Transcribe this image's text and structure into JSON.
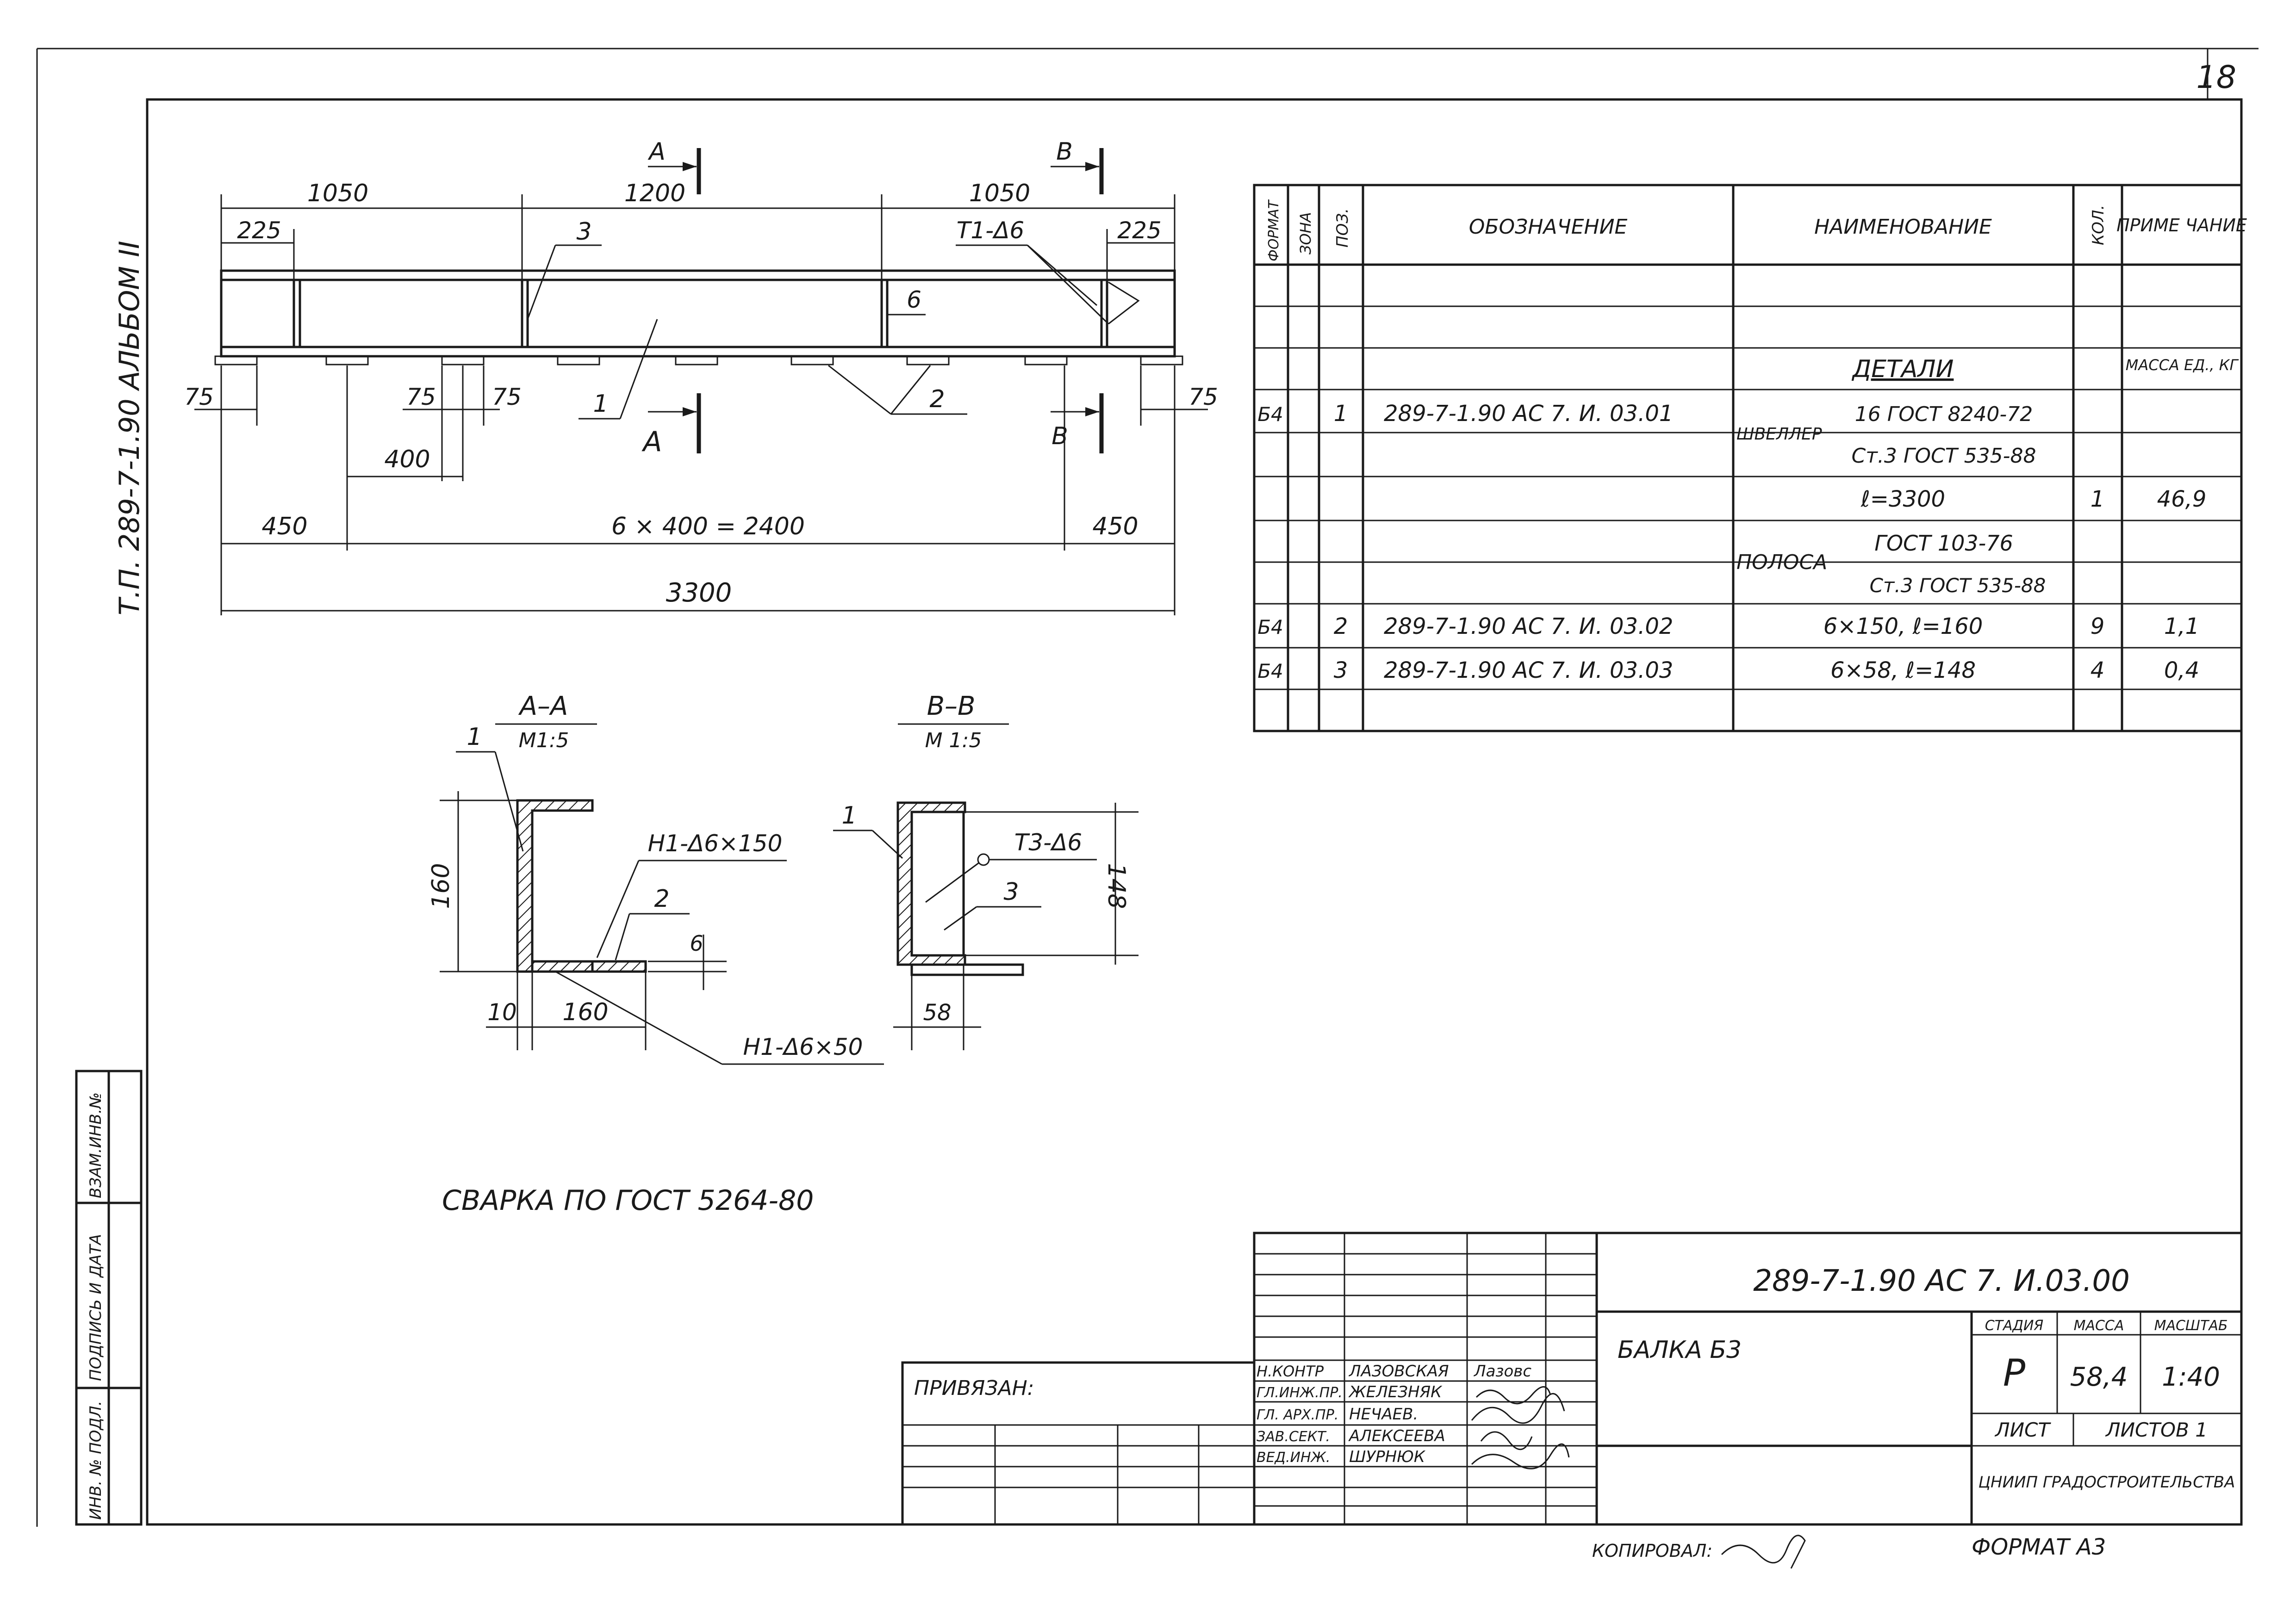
{
  "sheet": {
    "number": "18",
    "side_label": "Т.П.  289-7-1.90   АЛЬБОМ II",
    "welding_note": "СВАРКА  ПО  ГОСТ  5264-80",
    "copied_label": "КОПИРОВАЛ:",
    "format_label": "ФОРМАТ  А3",
    "colors": {
      "ink": "#1a1a1a",
      "paper": "#ffffff"
    }
  },
  "side_stamp": {
    "cells": [
      "ВЗАМ.ИНВ.№",
      "ПОДПИСЬ И ДАТА",
      "ИНВ. № ПОДЛ."
    ]
  },
  "elevation": {
    "dims_top": [
      "1050",
      "1200",
      "1050"
    ],
    "dim_225_left": "225",
    "dim_225_right": "225",
    "weld_t1": "Т1-Δ6",
    "plate_thk": "6",
    "pos_1": "1",
    "pos_2": "2",
    "pos_3": "3",
    "section_a": "А",
    "section_b": "В",
    "dim_75_left": "75",
    "dim_75_right": "75",
    "dim_75_a": "75",
    "dim_75_b": "75",
    "dim_400": "400",
    "dim_450_left": "450",
    "dim_450_right": "450",
    "dim_span": "6 × 400 = 2400",
    "dim_total": "3300"
  },
  "section_aa": {
    "title": "А–А",
    "scale": "М1:5",
    "pos_1": "1",
    "pos_2": "2",
    "weld_top": "Н1-Δ6×150",
    "weld_bottom": "Н1-Δ6×50",
    "height": "160",
    "width": "160",
    "offset": "10",
    "thk": "6"
  },
  "section_bb": {
    "title": "В–В",
    "scale": "М 1:5",
    "pos_1": "1",
    "pos_3": "3",
    "weld": "Т3-Δ6",
    "height": "148",
    "width": "58"
  },
  "spec": {
    "headers": [
      "ФОРМАТ",
      "ЗОНА",
      "ПОЗ.",
      "ОБОЗНАЧЕНИЕ",
      "НАИМЕНОВАНИЕ",
      "КОЛ.",
      "ПРИМЕ ЧАНИЕ"
    ],
    "details_heading": "ДЕТАЛИ",
    "mass_note": "МАССА ЕД., КГ",
    "rows": [
      {
        "format": "Б4",
        "pos": "1",
        "code": "289-7-1.90  АС 7. И. 03.01"
      },
      {
        "format": "Б4",
        "pos": "2",
        "code": "289-7-1.90  АС 7. И. 03.02",
        "name": "6×150,   ℓ=160",
        "qty": "9",
        "mass": "1,1"
      },
      {
        "format": "Б4",
        "pos": "3",
        "code": "289-7-1.90  АС 7. И. 03.03",
        "name": "6×58,   ℓ=148",
        "qty": "4",
        "mass": "0,4"
      }
    ],
    "channel": {
      "label": "ШВЕЛЛЕР",
      "top": "16 ГОСТ 8240-72",
      "bottom": "Ст.3 ГОСТ 535-88",
      "length": "ℓ=3300",
      "qty": "1",
      "mass": "46,9"
    },
    "strip": {
      "label": "ПОЛОСА",
      "top": "ГОСТ 103-76",
      "bottom": "Ст.3 ГОСТ 535-88"
    }
  },
  "title_block": {
    "code": "289-7-1.90  АС 7.  И.03.00",
    "name": "БАЛКА  Б3",
    "stage_label": "СТАДИЯ",
    "mass_label": "МАССА",
    "scale_label": "МАСШТАБ",
    "stage": "Р",
    "mass": "58,4",
    "scale": "1:40",
    "sheet_label": "ЛИСТ",
    "sheets_label": "ЛИСТОВ 1",
    "org": "ЦНИИП ГРАДОСТРОИТЕЛЬСТВА",
    "bound_label": "ПРИВЯЗАН:",
    "staff": [
      {
        "role": "Н.КОНТР",
        "name": "ЛАЗОВСКАЯ",
        "sign": "Лазовс"
      },
      {
        "role": "ГЛ.ИНЖ.ПР.",
        "name": "ЖЕЛЕЗНЯК",
        "sign": ""
      },
      {
        "role": "ГЛ. АРХ.ПР.",
        "name": "НЕЧАЕВ.",
        "sign": ""
      },
      {
        "role": "ЗАВ.СЕКТ.",
        "name": "АЛЕКСЕЕВА",
        "sign": ""
      },
      {
        "role": "ВЕД.ИНЖ.",
        "name": "ШУРНЮК",
        "sign": ""
      }
    ]
  }
}
